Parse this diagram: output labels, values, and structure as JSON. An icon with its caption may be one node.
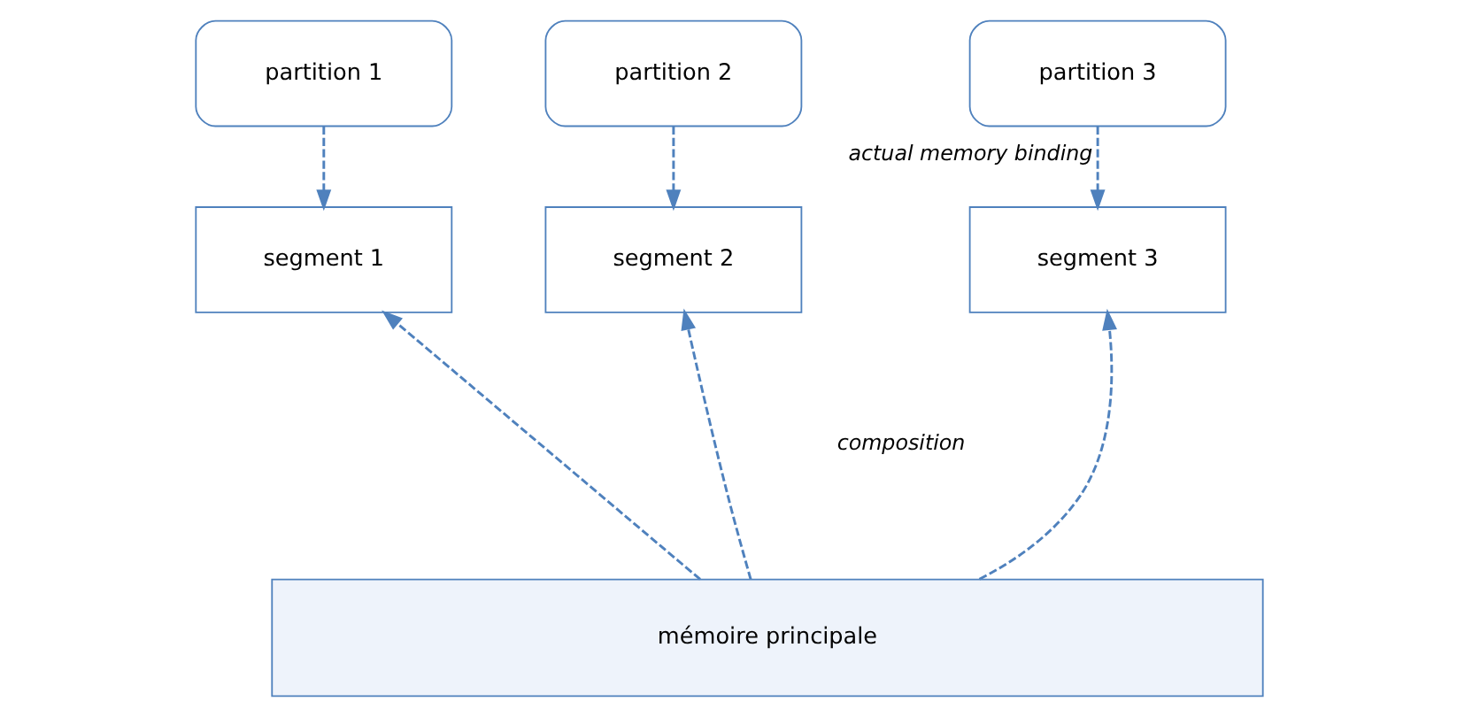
{
  "diagram": {
    "nodes": [
      {
        "text": [
          "partition 1"
        ]
      },
      {
        "text": [
          "partition 2"
        ]
      },
      {
        "text": [
          "partition 3"
        ]
      },
      {
        "text": [
          "segment 1"
        ]
      },
      {
        "text": [
          "segment 2"
        ]
      },
      {
        "text": [
          "segment 3"
        ]
      },
      {
        "text": [
          "mémoire principale"
        ]
      }
    ],
    "edges": [
      {
        "from": 0,
        "to": 3,
        "arrow": "to",
        "style": "dashed"
      },
      {
        "from": 1,
        "to": 4,
        "arrow": "to",
        "style": "dashed"
      },
      {
        "from": 2,
        "to": 5,
        "arrow": "to",
        "style": "dashed",
        "label": "actual memory binding"
      },
      {
        "from": 6,
        "to": 3,
        "arrow": "to",
        "style": "dashed"
      },
      {
        "from": 6,
        "to": 4,
        "arrow": "to",
        "style": "dashed"
      },
      {
        "from": 6,
        "to": 5,
        "arrow": "to",
        "style": "dashed"
      }
    ],
    "labels": [
      "composition"
    ]
  }
}
